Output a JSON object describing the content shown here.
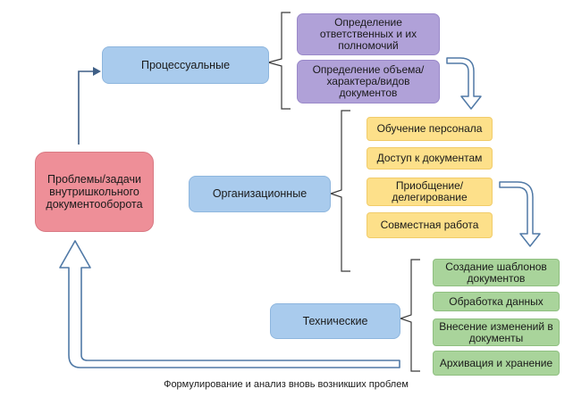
{
  "diagram": {
    "main_node": "Проблемы/задачи внутришкольного документооборота",
    "categories": {
      "procedural": {
        "label": "Процессуальные",
        "items": [
          "Определение ответственных и их полномочий",
          "Определение объема/характера/видов документов"
        ]
      },
      "organizational": {
        "label": "Организационные",
        "items": [
          "Обучение персонала",
          "Доступ к документам",
          "Приобщение/ делегирование",
          "Совместная работа"
        ]
      },
      "technical": {
        "label": "Технические",
        "items": [
          "Создание шаблонов документов",
          "Обработка данных",
          "Внесение изменений в документы",
          "Архивация и хранение"
        ]
      }
    },
    "feedback_caption": "Формулирование и анализ вновь возникших проблем"
  },
  "colors": {
    "main": "#ee8f98",
    "category": "#a9cbed",
    "procedural_items": "#b0a1d8",
    "organizational_items": "#fde08a",
    "technical_items": "#a9d49b",
    "connector": "#3a3a3a"
  }
}
